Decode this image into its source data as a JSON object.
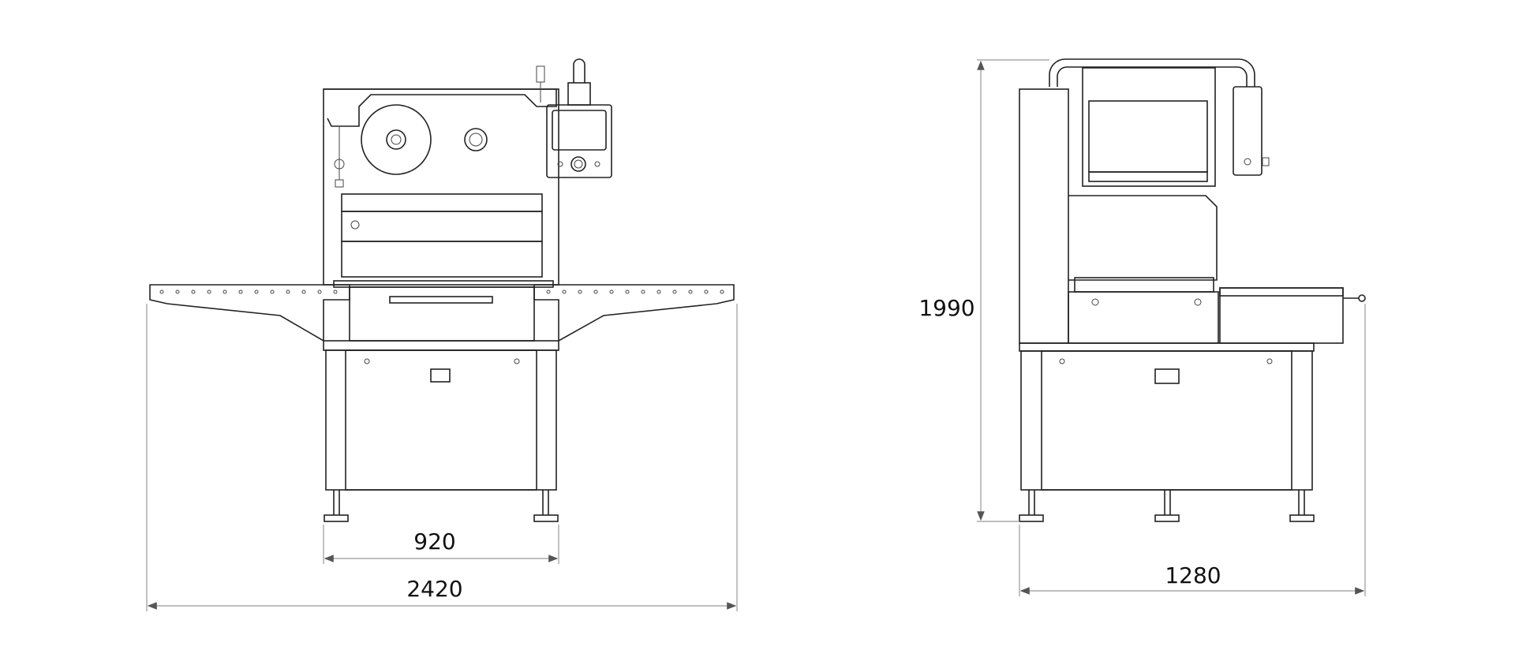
{
  "drawing": {
    "front_view": {
      "dimensions": {
        "leg_span": "920",
        "overall_width": "2420"
      }
    },
    "side_view": {
      "dimensions": {
        "overall_height": "1990",
        "overall_depth": "1280"
      }
    }
  }
}
